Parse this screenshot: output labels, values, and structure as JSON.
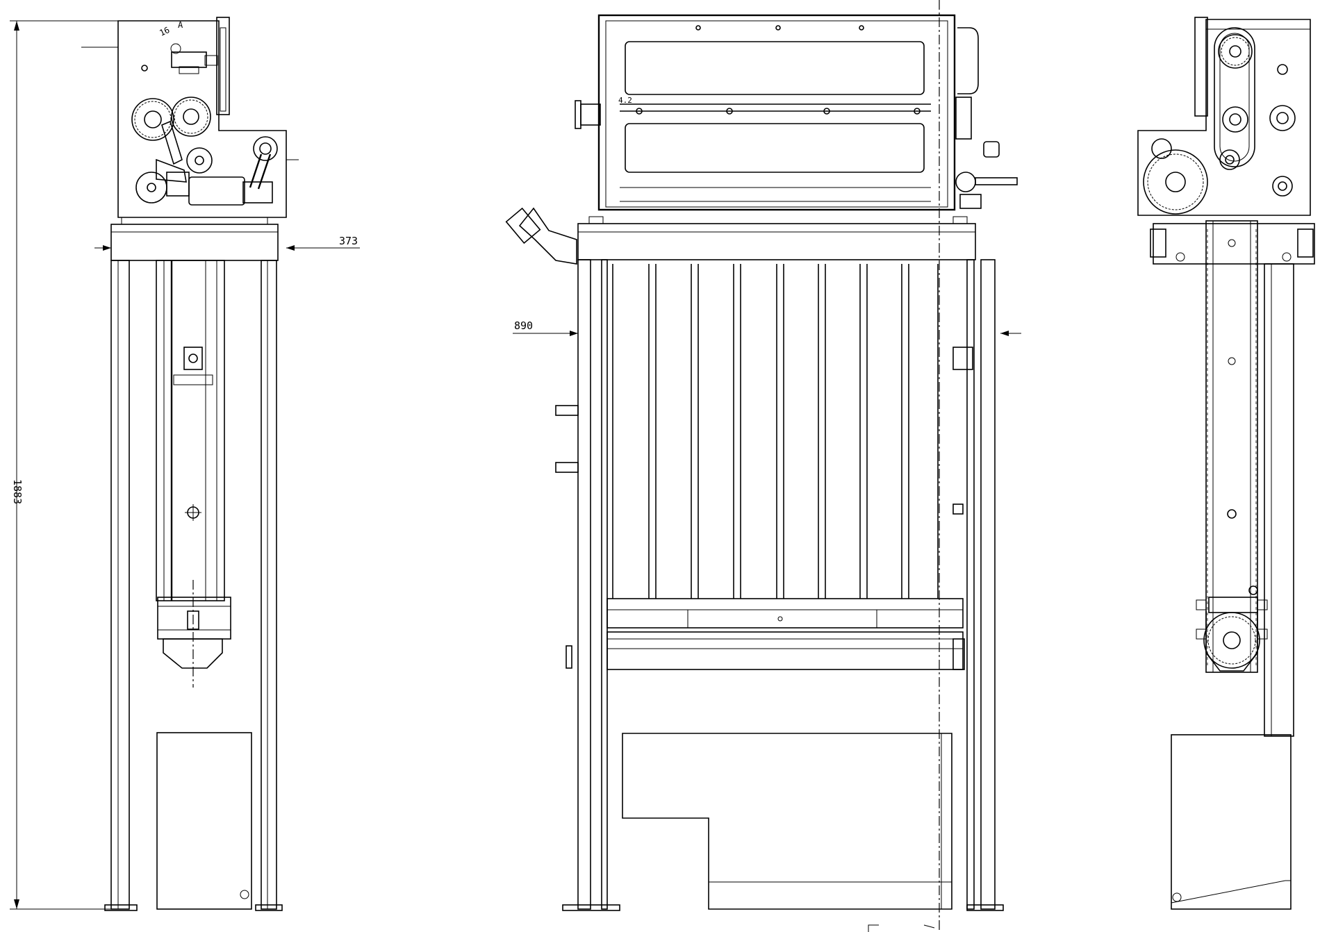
{
  "dimensions": {
    "height_label": "1883",
    "side_width_label": "373",
    "front_width_label": "890",
    "small_label_a": "16",
    "small_label_b": "A",
    "small_label_c": "4.2"
  }
}
